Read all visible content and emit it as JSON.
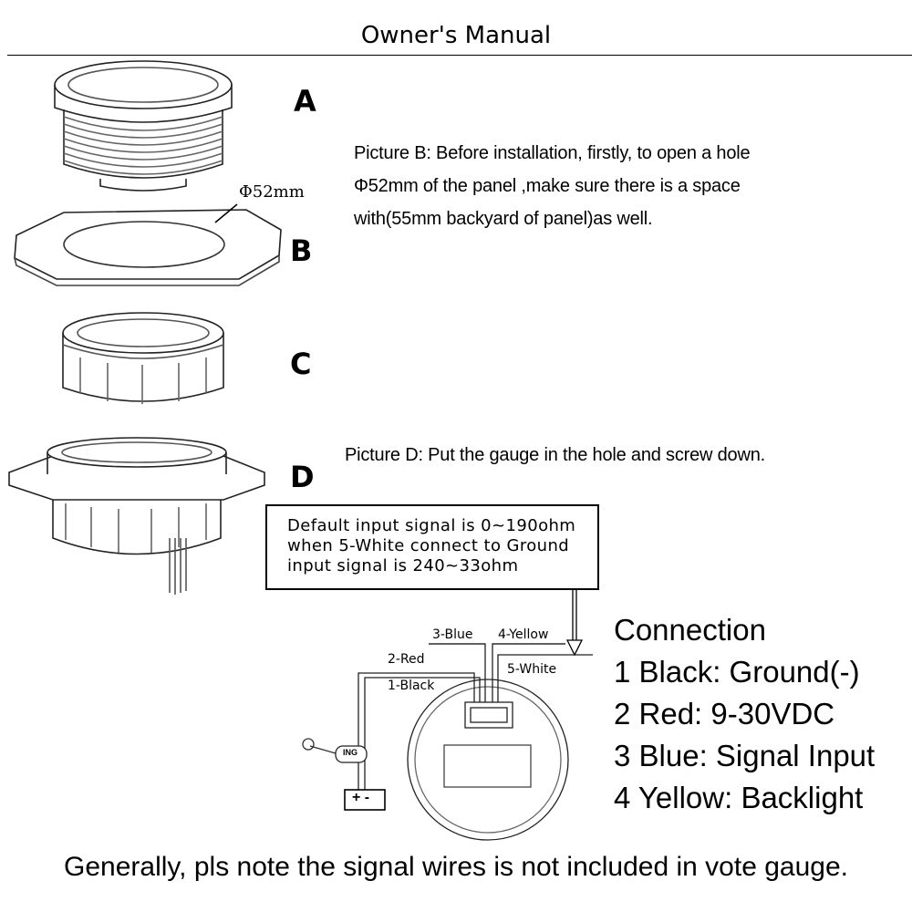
{
  "header": {
    "title": "Owner's Manual"
  },
  "parts": {
    "a": "A",
    "b": "B",
    "c": "C",
    "d": "D",
    "hole_dim": "Φ52mm"
  },
  "picture_b": {
    "line1": "Picture B: Before installation, firstly, to open a hole",
    "line2": "Φ52mm of the panel ,make sure there is a space",
    "line3": "with(55mm backyard of panel)as well."
  },
  "picture_d": {
    "text": "Picture D: Put the gauge in the hole and screw down."
  },
  "signal_box": {
    "line1": "Default  input signal is 0~190ohm",
    "line2": "when 5-White connect to Ground",
    "line3": "input signal is 240~33ohm"
  },
  "wires": {
    "blue": "3-Blue",
    "yellow": "4-Yellow",
    "red": "2-Red",
    "white": "5-White",
    "black": "1-Black",
    "ignition": "ING",
    "battery": "+ -"
  },
  "connection": {
    "heading": "Connection",
    "items": [
      "1 Black: Ground(-)",
      "2 Red: 9-30VDC",
      "3 Blue: Signal Input",
      "4 Yellow: Backlight"
    ]
  },
  "footer": {
    "note": "Generally, pls note the signal wires is not included in vote gauge."
  }
}
